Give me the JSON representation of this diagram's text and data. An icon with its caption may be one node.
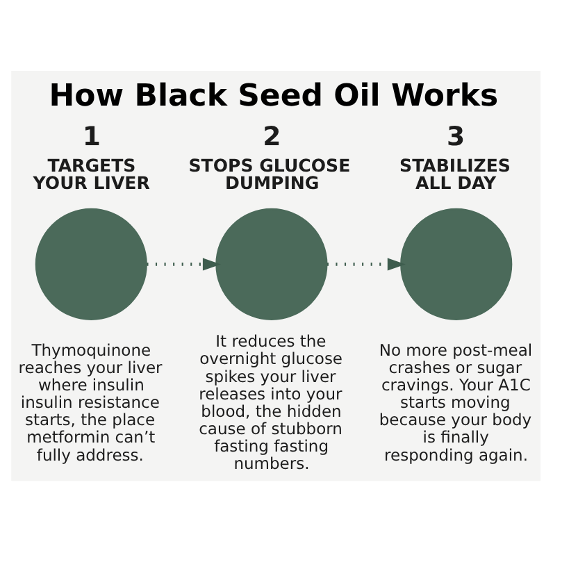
{
  "diagram": {
    "title": "How Black Seed Oil Works",
    "nodes": [
      {
        "text": [],
        "shape": "circle",
        "beside": [
          "1",
          "TARGETS YOUR LIVER",
          "Thymoquinone reaches your liver where insulin insulin resistance starts, the place metformin can’t fully address."
        ]
      },
      {
        "text": [],
        "shape": "circle",
        "beside": [
          "2",
          "STOPS GLUCOSE DUMPING",
          "It reduces the overnight glucose spikes your liver releases into your blood, the hidden cause of stubborn fasting fasting numbers."
        ]
      },
      {
        "text": [],
        "shape": "circle",
        "beside": [
          "3",
          "STABILIZES ALL DAY",
          "No more post-meal crashes or sugar cravings. Your A1C starts moving because your body is finally responding again."
        ]
      }
    ],
    "edges": [
      {
        "from": 0,
        "to": 1,
        "arrow": "to",
        "style": "dashed"
      },
      {
        "from": 1,
        "to": 2,
        "arrow": "to",
        "style": "dashed"
      }
    ]
  }
}
